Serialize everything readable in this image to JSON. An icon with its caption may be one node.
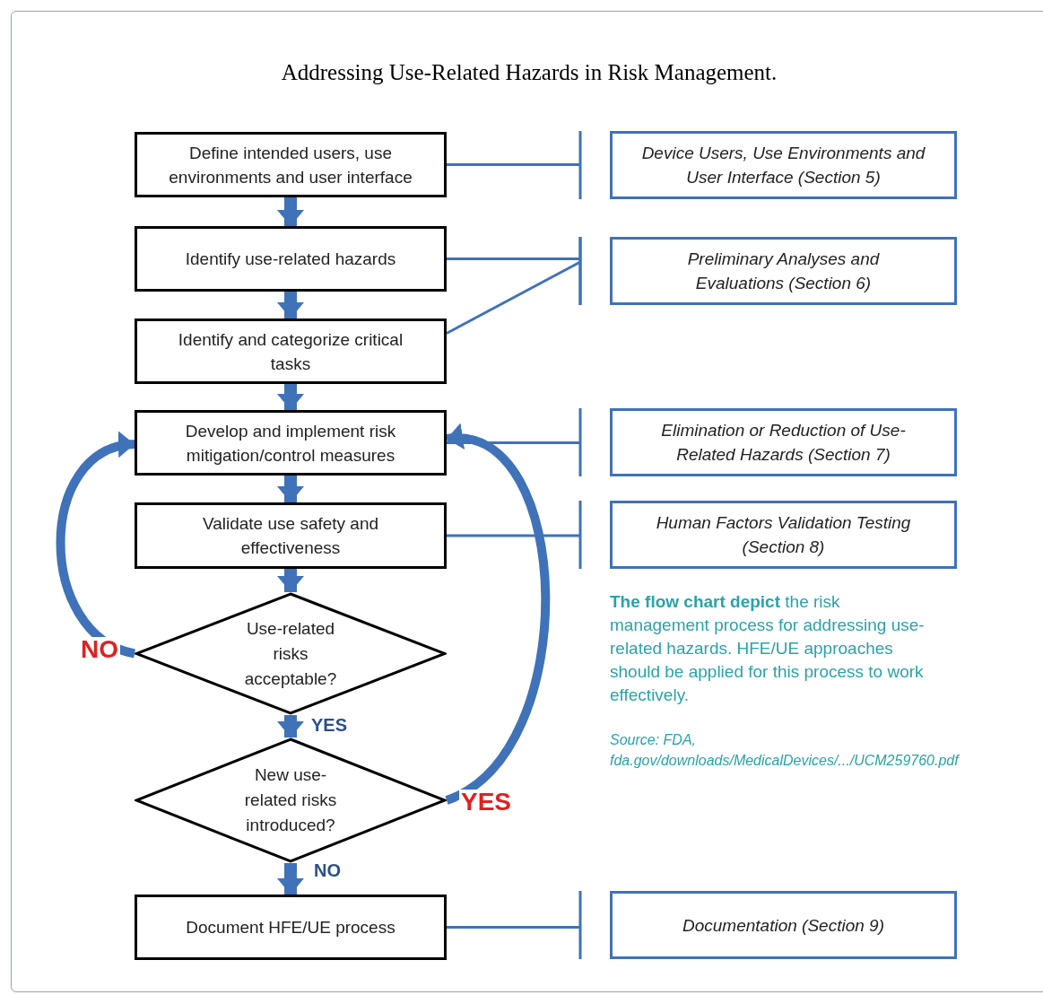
{
  "diagram": {
    "title": "Addressing Use-Related Hazards in Risk Management.",
    "nodes": [
      {
        "text": [
          "Define intended users, use environments and user interface"
        ]
      },
      {
        "text": [
          "Identify use-related hazards"
        ]
      },
      {
        "text": [
          "Identify and categorize critical tasks"
        ]
      },
      {
        "text": [
          "Develop and implement risk mitigation/control measures"
        ]
      },
      {
        "text": [
          "Validate use safety and effectiveness"
        ]
      },
      {
        "text": [
          "Use-related risks acceptable?"
        ]
      },
      {
        "text": [
          "New use-related risks introduced?"
        ]
      },
      {
        "text": [
          "Document HFE/UE process"
        ]
      },
      {
        "text": [
          "Device Users, Use Environments and User Interface (Section 5)"
        ]
      },
      {
        "text": [
          "Preliminary Analyses and Evaluations (Section 6)"
        ]
      },
      {
        "text": [
          "Elimination or Reduction of Use-Related Hazards (Section 7)"
        ]
      },
      {
        "text": [
          "Human Factors Validation Testing (Section 8)"
        ]
      },
      {
        "text": [
          "Documentation (Section 9)"
        ]
      }
    ],
    "edges": [
      {
        "from": 0,
        "to": 1,
        "arrow": "to"
      },
      {
        "from": 1,
        "to": 2,
        "arrow": "to"
      },
      {
        "from": 2,
        "to": 3,
        "arrow": "to"
      },
      {
        "from": 3,
        "to": 4,
        "arrow": "to"
      },
      {
        "from": 4,
        "to": 5,
        "arrow": "to"
      },
      {
        "from": 5,
        "to": 6,
        "arrow": "to",
        "label": "YES"
      },
      {
        "from": 6,
        "to": 7,
        "arrow": "to",
        "label": "NO"
      },
      {
        "from": 5,
        "to": 3,
        "arrow": "to",
        "label": "NO"
      },
      {
        "from": 6,
        "to": 3,
        "arrow": "to",
        "label": "YES"
      },
      {
        "from": 0,
        "to": 8,
        "arrow": "none"
      },
      {
        "from": 1,
        "to": 9,
        "arrow": "none"
      },
      {
        "from": 2,
        "to": 9,
        "arrow": "none"
      },
      {
        "from": 3,
        "to": 10,
        "arrow": "none"
      },
      {
        "from": 4,
        "to": 11,
        "arrow": "none"
      },
      {
        "from": 7,
        "to": 12,
        "arrow": "none"
      }
    ],
    "caption": "**The flow chart depict** the risk management process for addressing use-related hazards. HFE/UE approaches should be applied for this process to work effectively.",
    "labels": [
      "Source: FDA, fda.gov/downloads/MedicalDevices/.../UCM259760.pdf"
    ]
  }
}
